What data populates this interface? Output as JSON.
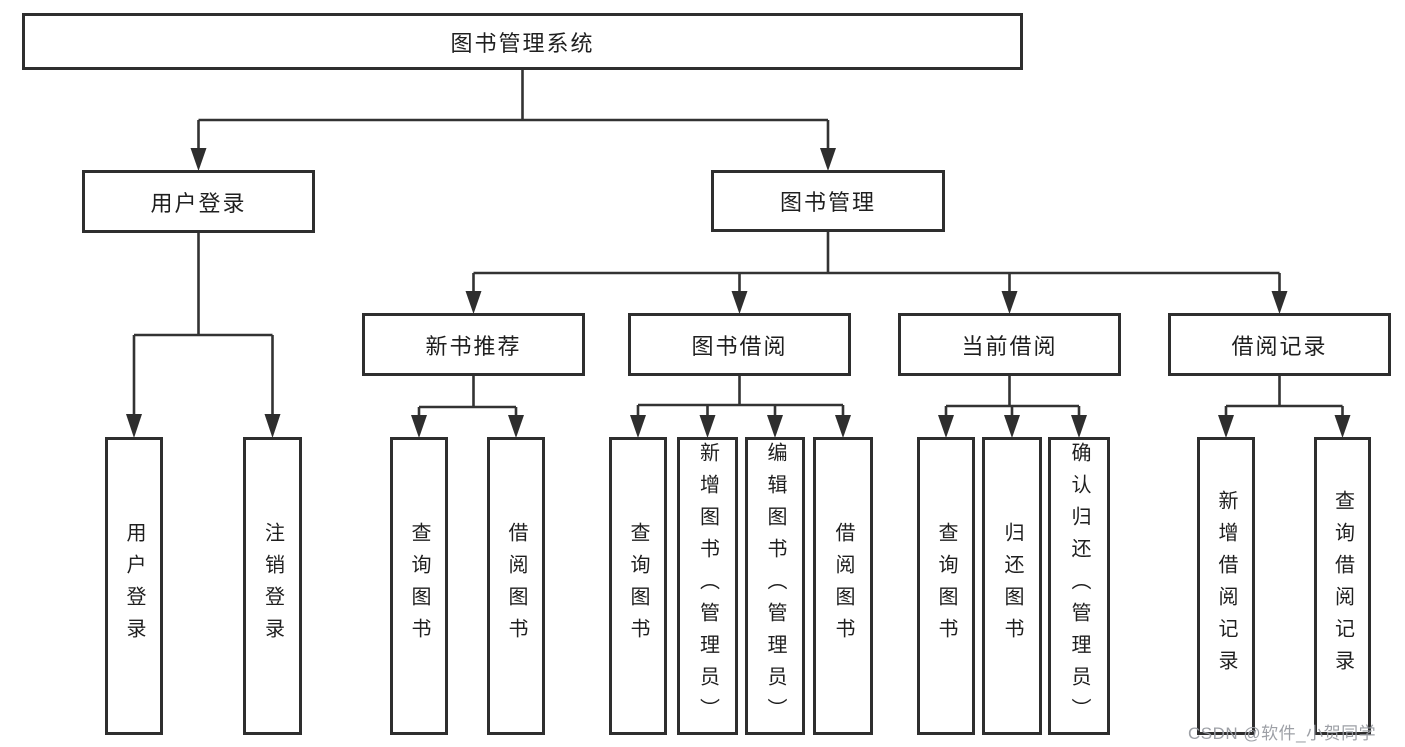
{
  "diagram": {
    "title": "图书管理系统",
    "watermark": "CSDN @软件_小贺同学",
    "colors": {
      "line": "#333333",
      "border": "#2e2e2e",
      "text": "#1f1f1f",
      "watermark": "#989ba1",
      "background": "#ffffff"
    }
  },
  "nodes": {
    "root": {
      "label": "图书管理系统"
    },
    "level2": [
      {
        "label": "用户登录",
        "parent": "图书管理系统"
      },
      {
        "label": "图书管理",
        "parent": "图书管理系统"
      }
    ],
    "level3": [
      {
        "label": "新书推荐",
        "parent": "图书管理"
      },
      {
        "label": "图书借阅",
        "parent": "图书管理"
      },
      {
        "label": "当前借阅",
        "parent": "图书管理"
      },
      {
        "label": "借阅记录",
        "parent": "图书管理"
      }
    ],
    "leaves": [
      {
        "label": "用户登录",
        "parent": "用户登录"
      },
      {
        "label": "注销登录",
        "parent": "用户登录"
      },
      {
        "label": "查询图书",
        "parent": "新书推荐"
      },
      {
        "label": "借阅图书",
        "parent": "新书推荐"
      },
      {
        "label": "查询图书",
        "parent": "图书借阅"
      },
      {
        "label": "新增图书（管理员）",
        "parent": "图书借阅"
      },
      {
        "label": "编辑图书（管理员）",
        "parent": "图书借阅"
      },
      {
        "label": "借阅图书",
        "parent": "图书借阅"
      },
      {
        "label": "查询图书",
        "parent": "当前借阅"
      },
      {
        "label": "归还图书",
        "parent": "当前借阅"
      },
      {
        "label": "确认归还（管理员）",
        "parent": "当前借阅"
      },
      {
        "label": "新增借阅记录",
        "parent": "借阅记录"
      },
      {
        "label": "查询借阅记录",
        "parent": "借阅记录"
      }
    ]
  }
}
